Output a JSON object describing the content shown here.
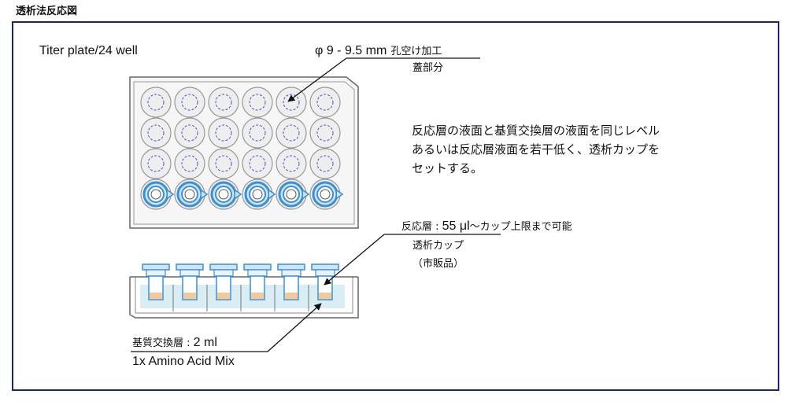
{
  "title": "透析法反応図",
  "plate_label": "Titer plate/24 well",
  "hole": {
    "size": "φ 9 - 9.5 mm",
    "line1": "孔空け加工",
    "line2": "蓋部分"
  },
  "instruction": [
    "反応層の液面と基質交換層の液面を同じレベル",
    "あるいは反応層液面を若干低く、透析カップを",
    "セットする。"
  ],
  "reaction_layer": {
    "label": "反応層 : ",
    "volume": "55 μl",
    "suffix": "〜カップ上限まで可能",
    "line2": "透析カップ",
    "line3": "（市販品）"
  },
  "substrate_layer": {
    "label": "基質交換層 : ",
    "volume": "2 ml",
    "line2": "1x Amino Acid Mix"
  },
  "plate": {
    "rows": 4,
    "cols": 6
  },
  "colors": {
    "frame": "#1b2470",
    "outline": "#666666",
    "hole_dash": "#4455cc",
    "cup": "#3a8fd6",
    "cup_fill": "#cfe4f6",
    "liquid": "#bfe6ef",
    "reaction": "#f3c89a"
  }
}
